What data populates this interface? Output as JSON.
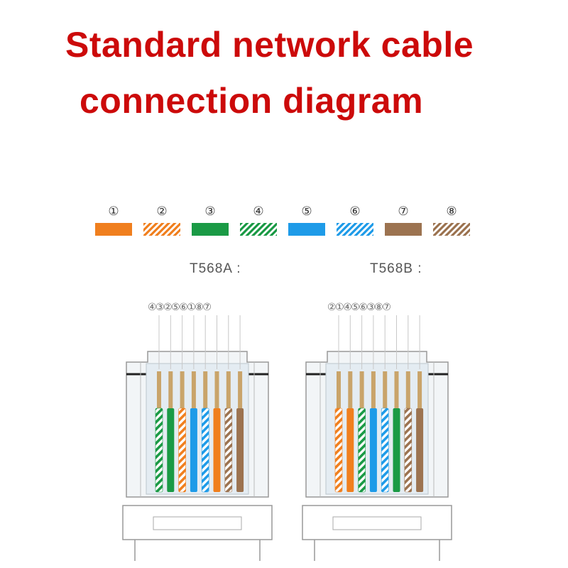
{
  "title": {
    "line1": "Standard network cable",
    "line2": "connection diagram"
  },
  "legend": [
    {
      "num": "①",
      "color": "#f07f1e",
      "striped": false
    },
    {
      "num": "②",
      "color": "#f07f1e",
      "striped": true
    },
    {
      "num": "③",
      "color": "#1a9a45",
      "striped": false
    },
    {
      "num": "④",
      "color": "#1a9a45",
      "striped": true
    },
    {
      "num": "⑤",
      "color": "#1e9be8",
      "striped": false
    },
    {
      "num": "⑥",
      "color": "#1e9be8",
      "striped": true
    },
    {
      "num": "⑦",
      "color": "#9c7350",
      "striped": false
    },
    {
      "num": "⑧",
      "color": "#9c7350",
      "striped": true
    }
  ],
  "standards": [
    {
      "label": "T568A :",
      "pin_order_text": "④③②⑤⑥①⑧⑦",
      "wires": [
        4,
        3,
        2,
        5,
        6,
        1,
        8,
        7
      ]
    },
    {
      "label": "T568B :",
      "pin_order_text": "②①④⑤⑥③⑧⑦",
      "wires": [
        2,
        1,
        4,
        5,
        6,
        3,
        8,
        7
      ]
    }
  ],
  "colors": {
    "title": "#cc0a0a",
    "gold_pin": "#c9a46a",
    "connector_outline": "#999999",
    "connector_fill": "#f2f5f7"
  }
}
